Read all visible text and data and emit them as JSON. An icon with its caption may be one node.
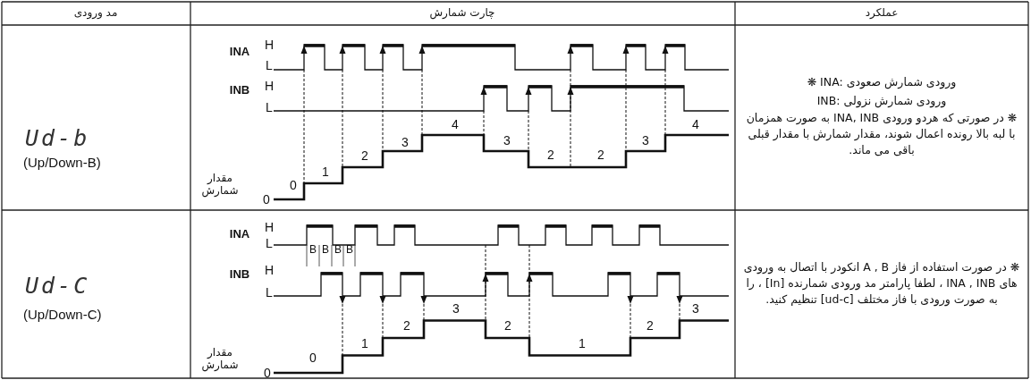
{
  "diagram": {
    "labels": [
      "مد ورودی",
      "چارت شمارش",
      "عملکرد",
      "Ud-b",
      "(Up/Down-B)",
      "INA",
      "H",
      "L",
      "INB",
      "H",
      "L",
      "0",
      "1",
      "2",
      "3",
      "4",
      "3",
      "2",
      "2",
      "3",
      "4",
      "مقدار شمارش",
      "0",
      "❋ INA: ورودی شمارش صعودی",
      "INB: ورودی شمارش نزولی",
      "❋ در صورتی که هردو ورودی INA, INB به صورت همزمان با لبه بالا رونده اعمال شوند، مقدار شمارش با مقدار قبلی باقی می ماند.",
      "Ud-C",
      "(Up/Down-C)",
      "INA",
      "H",
      "L",
      "B",
      "B",
      "B",
      "B",
      "INB",
      "H",
      "L",
      "0",
      "1",
      "2",
      "3",
      "2",
      "1",
      "2",
      "3",
      "مقدار شمارش",
      "0",
      "❋ در صورت استفاده از فاز A , B انکودر با اتصال به ورودی های INA , INB ، لطفا پارامتر مد ورودی شمارنده [In] ، را به صورت ورودی با فاز مختلف [ud-c] تنظیم کنید."
    ]
  }
}
